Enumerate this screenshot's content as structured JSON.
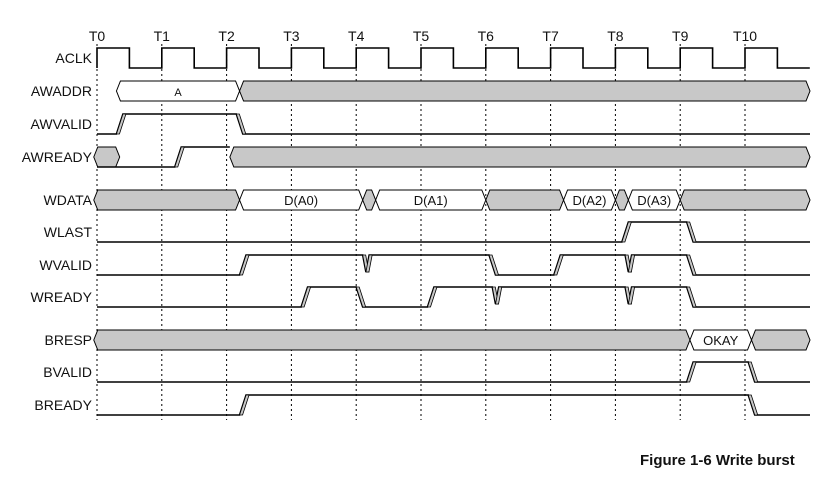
{
  "figure": {
    "caption": "Figure 1-6 Write burst",
    "time_markers": [
      "T0",
      "T1",
      "T2",
      "T3",
      "T4",
      "T5",
      "T6",
      "T7",
      "T8",
      "T9",
      "T10"
    ],
    "signals": [
      {
        "name": "ACLK",
        "type": "clock"
      },
      {
        "name": "AWADDR",
        "type": "bus",
        "segments": [
          {
            "from": 0.3,
            "to": 2.2,
            "kind": "data",
            "label": "A"
          },
          {
            "from": 2.2,
            "to": 11.2,
            "kind": "invalid"
          }
        ]
      },
      {
        "name": "AWVALID",
        "type": "level",
        "points": [
          [
            0.3,
            0
          ],
          [
            0.4,
            1
          ],
          [
            2.15,
            1
          ],
          [
            2.25,
            0
          ]
        ]
      },
      {
        "name": "AWREADY",
        "type": "mixed",
        "segments": [
          {
            "from": -0.05,
            "to": 0.35,
            "kind": "invalid"
          },
          {
            "from": 2.05,
            "to": 11.2,
            "kind": "invalid"
          }
        ],
        "points": [
          [
            0.35,
            0
          ],
          [
            1.2,
            0
          ],
          [
            1.3,
            1
          ],
          [
            2.05,
            1
          ]
        ]
      },
      {
        "name": "WDATA",
        "type": "bus",
        "segments": [
          {
            "from": -0.05,
            "to": 2.2,
            "kind": "invalid"
          },
          {
            "from": 2.2,
            "to": 4.1,
            "kind": "data",
            "label": "D(A0)"
          },
          {
            "from": 4.1,
            "to": 4.3,
            "kind": "invalid"
          },
          {
            "from": 4.3,
            "to": 6.0,
            "kind": "data",
            "label": "D(A1)"
          },
          {
            "from": 6.0,
            "to": 7.2,
            "kind": "invalid"
          },
          {
            "from": 7.2,
            "to": 8.0,
            "kind": "data",
            "label": "D(A2)"
          },
          {
            "from": 8.0,
            "to": 8.2,
            "kind": "invalid"
          },
          {
            "from": 8.2,
            "to": 9.0,
            "kind": "data",
            "label": "D(A3)"
          },
          {
            "from": 9.0,
            "to": 11.2,
            "kind": "invalid"
          }
        ]
      },
      {
        "name": "WLAST",
        "type": "level",
        "points": [
          [
            8.1,
            0
          ],
          [
            8.2,
            1
          ],
          [
            9.1,
            1
          ],
          [
            9.2,
            0
          ]
        ]
      },
      {
        "name": "WVALID",
        "type": "level",
        "points": [
          [
            2.2,
            0
          ],
          [
            2.3,
            1
          ],
          [
            4.1,
            1
          ],
          [
            4.15,
            0.15
          ],
          [
            4.2,
            1
          ],
          [
            6.05,
            1
          ],
          [
            6.15,
            0
          ],
          [
            7.05,
            0
          ],
          [
            7.15,
            1
          ],
          [
            8.15,
            1
          ],
          [
            8.2,
            0.15
          ],
          [
            8.25,
            1
          ],
          [
            9.1,
            1
          ],
          [
            9.2,
            0
          ]
        ],
        "tail_zero": true
      },
      {
        "name": "WREADY",
        "type": "level",
        "points": [
          [
            3.15,
            0
          ],
          [
            3.25,
            1
          ],
          [
            4.0,
            1
          ],
          [
            4.1,
            0
          ],
          [
            5.1,
            0
          ],
          [
            5.2,
            1
          ],
          [
            6.1,
            1
          ],
          [
            6.15,
            0.15
          ],
          [
            6.2,
            1
          ],
          [
            8.15,
            1
          ],
          [
            8.2,
            0.15
          ],
          [
            8.25,
            1
          ],
          [
            9.1,
            1
          ],
          [
            9.2,
            0
          ]
        ]
      },
      {
        "name": "BRESP",
        "type": "bus",
        "segments": [
          {
            "from": -0.05,
            "to": 9.15,
            "kind": "invalid"
          },
          {
            "from": 9.15,
            "to": 10.1,
            "kind": "data",
            "label": "OKAY"
          },
          {
            "from": 10.1,
            "to": 11.2,
            "kind": "invalid"
          }
        ]
      },
      {
        "name": "BVALID",
        "type": "level",
        "points": [
          [
            9.1,
            0
          ],
          [
            9.2,
            1
          ],
          [
            10.05,
            1
          ],
          [
            10.15,
            0
          ]
        ]
      },
      {
        "name": "BREADY",
        "type": "level",
        "points": [
          [
            2.2,
            0
          ],
          [
            2.3,
            1
          ],
          [
            10.05,
            1
          ],
          [
            10.15,
            0
          ]
        ]
      }
    ],
    "colors": {
      "invalid_fill": "#c8c8c8",
      "line": "#000000",
      "grid": "#000000"
    }
  }
}
